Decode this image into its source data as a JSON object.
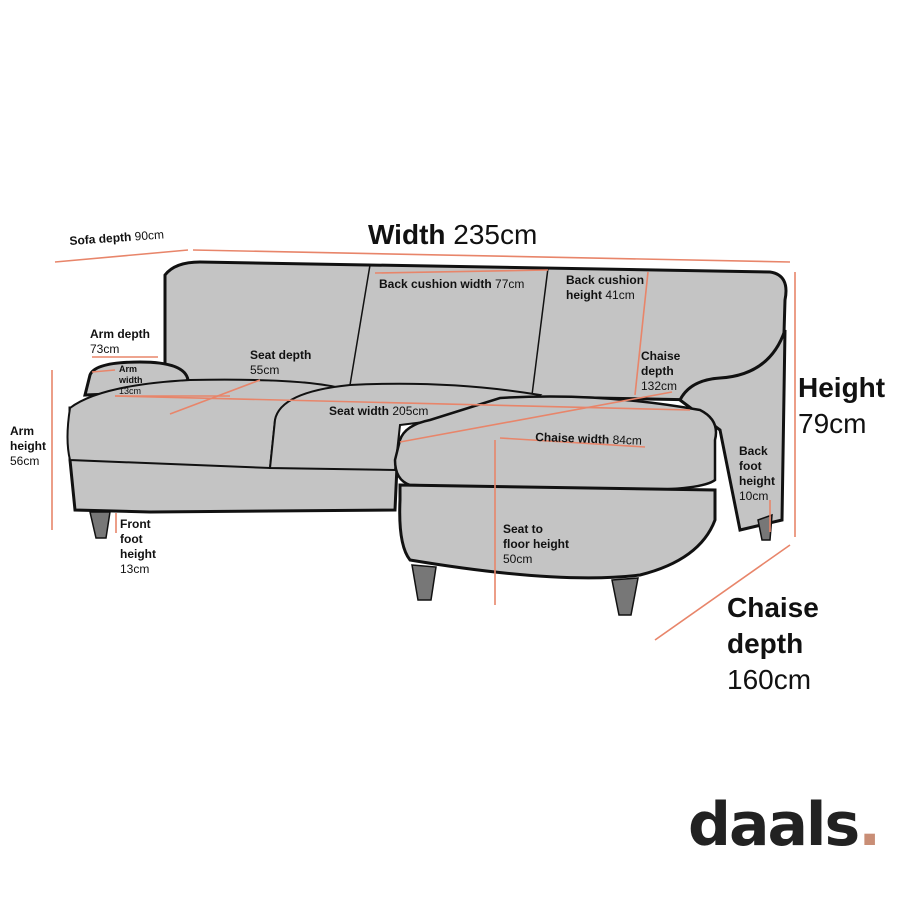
{
  "colors": {
    "sofa_fill": "#c4c4c4",
    "outline": "#111111",
    "measure_line": "#e8856a",
    "logo_dot": "#c98e76"
  },
  "dimensions": {
    "width": {
      "label": "Width",
      "value": "235cm"
    },
    "height": {
      "label": "Height",
      "value": "79cm"
    },
    "chaise_depth_total": {
      "label1": "Chaise",
      "label2": "depth",
      "value": "160cm"
    },
    "sofa_depth": {
      "label": "Sofa depth",
      "value": "90cm"
    },
    "back_cushion_width": {
      "label": "Back cushion width",
      "value": "77cm"
    },
    "back_cushion_height": {
      "label1": "Back cushion",
      "label2": "height",
      "value": "41cm"
    },
    "arm_depth": {
      "label": "Arm depth",
      "value": "73cm"
    },
    "arm_width": {
      "label1": "Arm",
      "label2": "width",
      "value": "13cm"
    },
    "arm_height": {
      "label1": "Arm",
      "label2": "height",
      "value": "56cm"
    },
    "seat_depth": {
      "label": "Seat depth",
      "value": "55cm"
    },
    "seat_width": {
      "label": "Seat width",
      "value": "205cm"
    },
    "chaise_depth_seat": {
      "label1": "Chaise",
      "label2": "depth",
      "value": "132cm"
    },
    "chaise_width": {
      "label": "Chaise width",
      "value": "84cm"
    },
    "back_foot_height": {
      "label1": "Back",
      "label2": "foot",
      "label3": "height",
      "value": "10cm"
    },
    "front_foot_height": {
      "label1": "Front",
      "label2": "foot",
      "label3": "height",
      "value": "13cm"
    },
    "seat_to_floor": {
      "label1": "Seat to",
      "label2": "floor height",
      "value": "50cm"
    }
  },
  "brand": {
    "name": "daals",
    "dot": "."
  }
}
